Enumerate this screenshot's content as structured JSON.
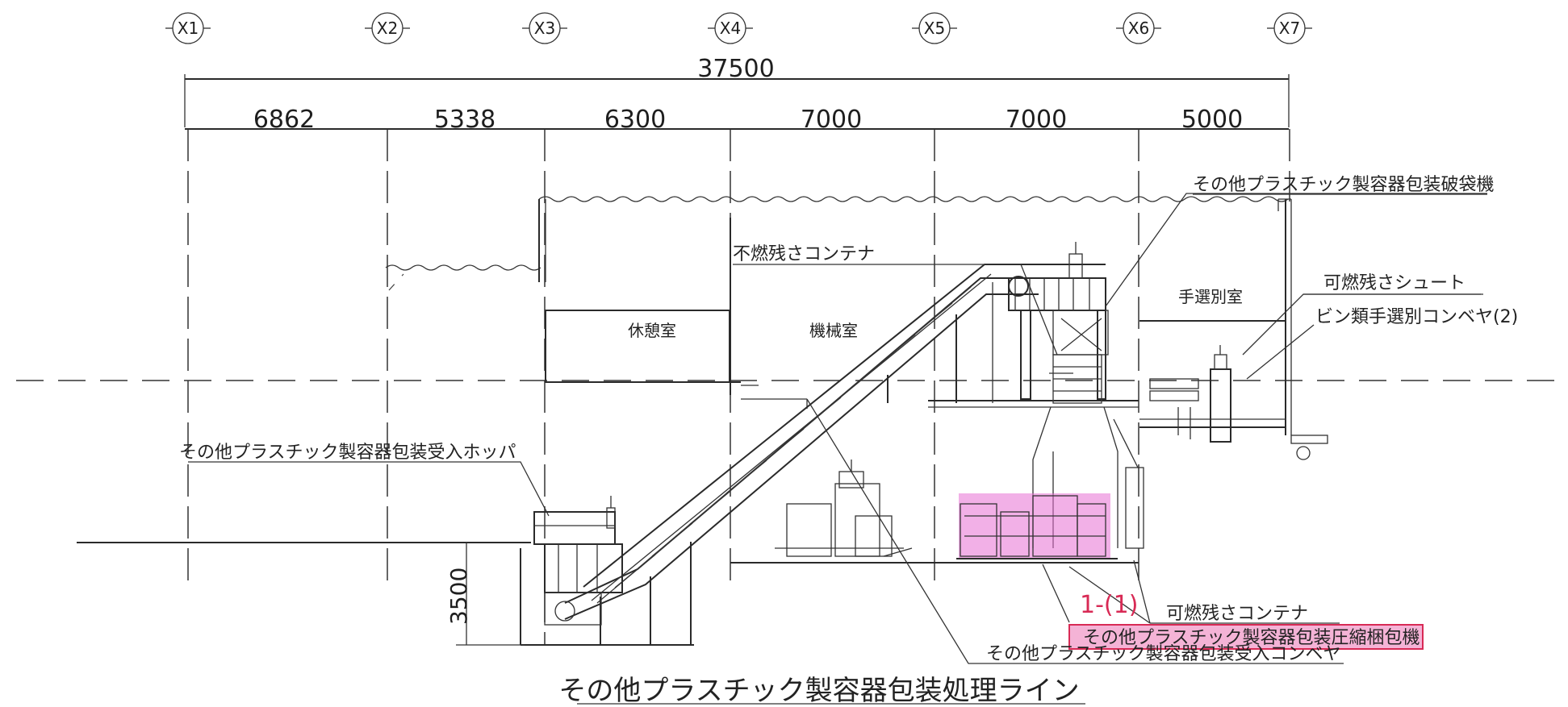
{
  "grid_axes": [
    "X1",
    "X2",
    "X3",
    "X4",
    "X5",
    "X6",
    "X7"
  ],
  "dimensions": {
    "overall": "37500",
    "spans": [
      "6862",
      "5338",
      "6300",
      "7000",
      "7000",
      "5000"
    ],
    "height": "3500"
  },
  "rooms": {
    "rest_room": "休憩室",
    "machine_room": "機械室",
    "hand_sort_room": "手選別室"
  },
  "labels": {
    "bag_breaker": "その他プラスチック製容器包装破袋機",
    "noncombustible_container": "不燃残さコンテナ",
    "combustible_chute": "可燃残さシュート",
    "bottle_conveyor": "ビン類手選別コンベヤ(2)",
    "receiving_hopper": "その他プラスチック製容器包装受入ホッパ",
    "combustible_container": "可燃残さコンテナ",
    "compression_baler": "その他プラスチック製容器包装圧縮梱包機",
    "receiving_conveyor": "その他プラスチック製容器包装受入コンベヤ",
    "item_number": "1-(1)"
  },
  "title": "その他プラスチック製容器包装処理ライン",
  "colors": {
    "line": "#2a2a2a",
    "highlight": "#e86fd3",
    "highlight_text": "#d82a55",
    "highlight_box": "#f4b3d6"
  }
}
